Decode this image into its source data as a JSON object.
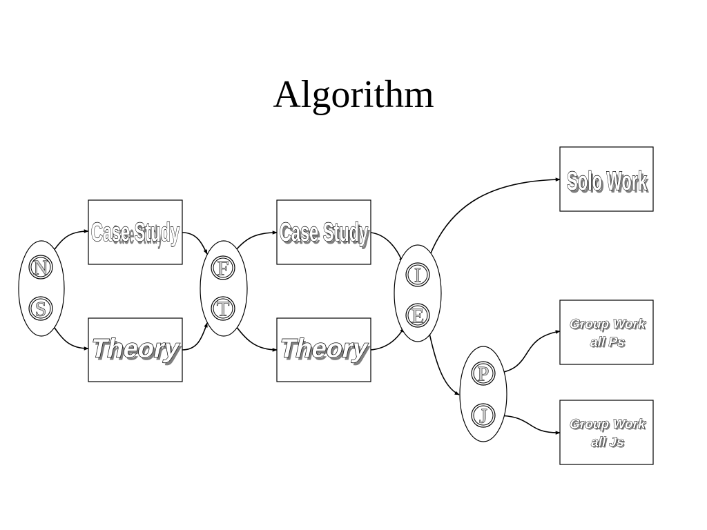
{
  "title": "Algorithm",
  "groups": {
    "ns": {
      "top": "N",
      "bottom": "S"
    },
    "ft": {
      "top": "F",
      "bottom": "T"
    },
    "ie": {
      "top": "I",
      "bottom": "E"
    },
    "pj": {
      "top": "P",
      "bottom": "J"
    }
  },
  "boxes": {
    "case_study_1": "Case Study",
    "theory_1": "Theory",
    "case_study_2": "Case Study",
    "theory_2": "Theory",
    "solo_work": "Solo Work",
    "group_ps": {
      "line1": "Group Work",
      "line2": "all Ps"
    },
    "group_js": {
      "line1": "Group Work",
      "line2": "all Js"
    }
  }
}
